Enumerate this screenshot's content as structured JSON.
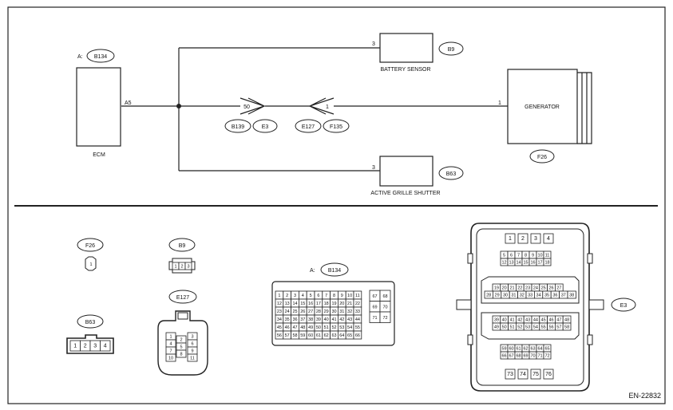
{
  "figure_id": "EN-22832",
  "wiring": {
    "ecm": {
      "name": "ECM",
      "connector_tag": "A:",
      "connector_id": "B134",
      "pin": "A5"
    },
    "battery_sensor": {
      "name": "BATTERY SENSOR",
      "pin": "3",
      "connector_id": "B9"
    },
    "active_grille_shutter": {
      "name": "ACTIVE GRILLE SHUTTER",
      "pin": "3",
      "connector_id": "B63"
    },
    "generator": {
      "name": "GENERATOR",
      "pin": "1",
      "connector_id": "F26"
    },
    "joint1": {
      "pin": "50",
      "connectors": [
        "B139",
        "E3"
      ]
    },
    "joint2": {
      "pin": "1",
      "connectors": [
        "E127",
        "F135"
      ]
    }
  },
  "connectors": {
    "f26": {
      "id": "F26",
      "pins": [
        "1"
      ]
    },
    "b9": {
      "id": "B9",
      "pins": [
        "1",
        "2",
        "3"
      ]
    },
    "b63": {
      "id": "B63",
      "pins": [
        "1",
        "2",
        "3",
        "4"
      ]
    },
    "e127": {
      "id": "E127",
      "pins": [
        "1",
        "2",
        "3",
        "4",
        "5",
        "6",
        "7",
        "8",
        "9",
        "10",
        "11"
      ]
    },
    "b134": {
      "tag": "A:",
      "id": "B134",
      "rows": [
        [
          "1",
          "2",
          "3",
          "4",
          "5",
          "6",
          "7",
          "8",
          "9",
          "10",
          "11"
        ],
        [
          "12",
          "13",
          "14",
          "15",
          "16",
          "17",
          "18",
          "19",
          "20",
          "21",
          "22"
        ],
        [
          "23",
          "24",
          "25",
          "26",
          "27",
          "28",
          "29",
          "30",
          "31",
          "32",
          "33"
        ],
        [
          "34",
          "35",
          "36",
          "37",
          "38",
          "39",
          "40",
          "41",
          "42",
          "43",
          "44"
        ],
        [
          "45",
          "46",
          "47",
          "48",
          "49",
          "50",
          "51",
          "52",
          "53",
          "54",
          "55"
        ],
        [
          "56",
          "57",
          "58",
          "59",
          "60",
          "61",
          "62",
          "63",
          "64",
          "65",
          "66"
        ]
      ],
      "side_rows": [
        [
          "67",
          "68"
        ],
        [
          "69",
          "70"
        ],
        [
          "71",
          "72"
        ]
      ]
    },
    "e3": {
      "id": "E3",
      "rows": [
        [
          "1",
          "2",
          "3",
          "4"
        ],
        [
          "5",
          "6",
          "7",
          "8",
          "9",
          "10",
          "11"
        ],
        [
          "12",
          "13",
          "14",
          "15",
          "16",
          "17",
          "18"
        ],
        [
          "19",
          "20",
          "21",
          "22",
          "23",
          "24",
          "25",
          "26",
          "27"
        ],
        [
          "28",
          "29",
          "30",
          "31",
          "32",
          "33",
          "34",
          "35",
          "36",
          "37",
          "38"
        ],
        [
          "39",
          "40",
          "41",
          "42",
          "43",
          "44",
          "45",
          "46",
          "47",
          "48"
        ],
        [
          "49",
          "50",
          "51",
          "52",
          "53",
          "54",
          "55",
          "56",
          "57",
          "58"
        ],
        [
          "59",
          "60",
          "61",
          "62",
          "63",
          "64",
          "65"
        ],
        [
          "66",
          "67",
          "68",
          "69",
          "70",
          "71",
          "72"
        ],
        [
          "73",
          "74",
          "75",
          "76"
        ]
      ]
    }
  }
}
